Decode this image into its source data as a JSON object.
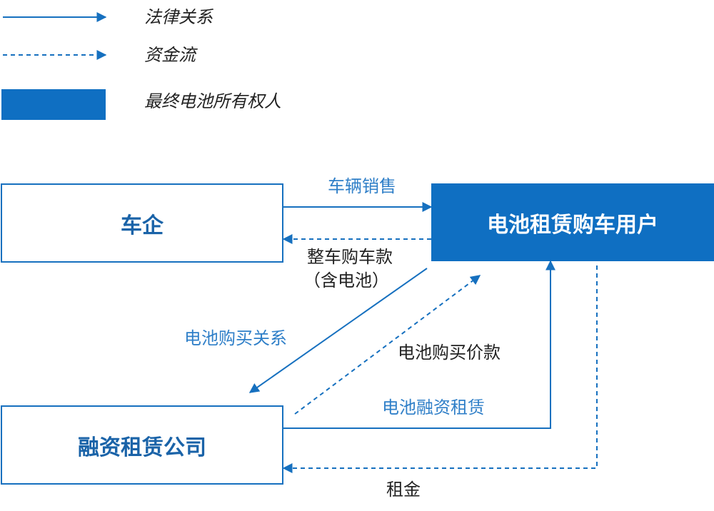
{
  "colors": {
    "primary": "#1670bf",
    "filled_box": "#0f6fc2",
    "legal_label": "#2f7fc8",
    "fund_label": "#222222"
  },
  "legend": {
    "legal": "法律关系",
    "fund": "资金流",
    "owner": "最终电池所有权人"
  },
  "nodes": {
    "oem": "车企",
    "user": "电池租赁购车用户",
    "leasing": "融资租赁公司"
  },
  "edges": {
    "vehicle_sale": "车辆销售",
    "vehicle_payment_line1": "整车购车款",
    "vehicle_payment_line2": "（含电池）",
    "battery_purchase_relation": "电池购买关系",
    "battery_purchase_payment": "电池购买价款",
    "battery_finance_lease": "电池融资租赁",
    "rent": "租金"
  }
}
